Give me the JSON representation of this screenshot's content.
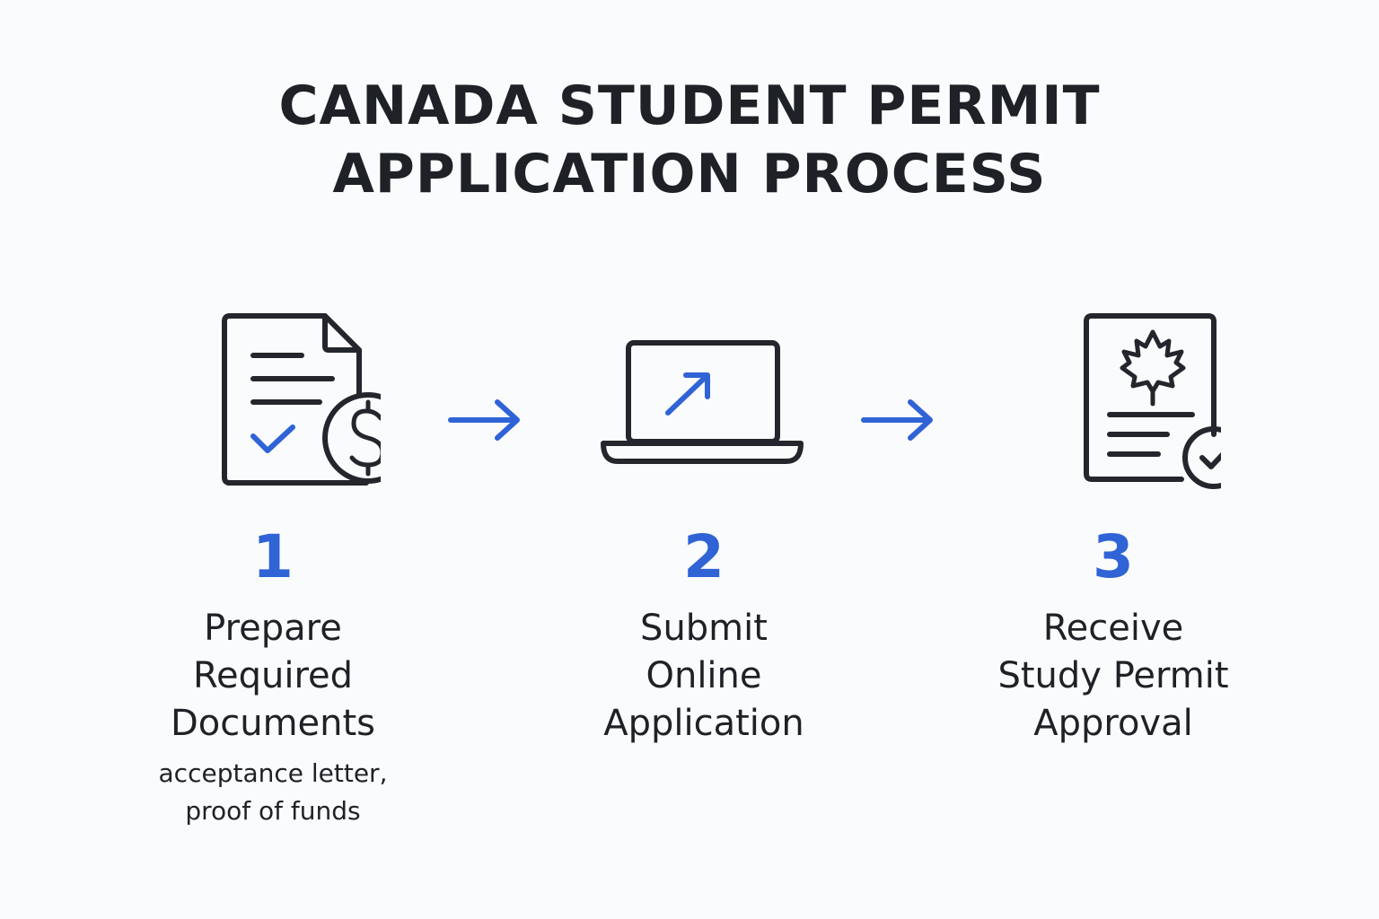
{
  "title": {
    "line1": "CANADA STUDENT PERMIT",
    "line2": "APPLICATION PROCESS"
  },
  "steps": [
    {
      "number": "1",
      "title_lines": [
        "Prepare",
        "Required",
        "Documents"
      ],
      "description_lines": [
        "acceptance letter,",
        "proof of funds"
      ],
      "icon": "document-dollar-icon"
    },
    {
      "number": "2",
      "title_lines": [
        "Submit",
        "Online",
        "Application"
      ],
      "icon": "laptop-upload-icon"
    },
    {
      "number": "3",
      "title_lines": [
        "Receive",
        "Study Permit",
        "Approval"
      ],
      "icon": "maple-leaf-certificate-icon"
    }
  ],
  "colors": {
    "accent": "#2f63d6",
    "text": "#1e2227",
    "background": "#fafbfc"
  }
}
